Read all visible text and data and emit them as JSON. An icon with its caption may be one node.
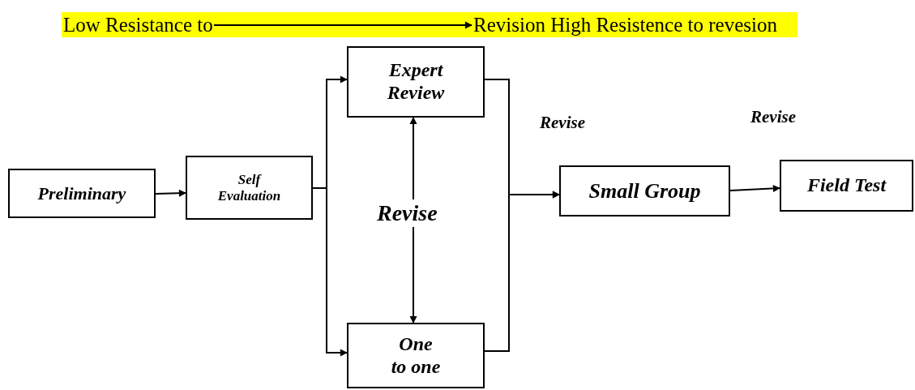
{
  "diagram": {
    "nodes": [
      {
        "text": [
          "Low Resistance to"
        ]
      },
      {
        "text": [
          "Revision High Resistence to revesion"
        ]
      },
      {
        "text": [
          "Preliminary"
        ]
      },
      {
        "text": [
          "Self Evaluation"
        ]
      },
      {
        "text": [
          "Expert Review"
        ]
      },
      {
        "text": [
          "Revise"
        ]
      },
      {
        "text": [
          "One to one"
        ]
      },
      {
        "text": [
          "Small Group"
        ]
      },
      {
        "text": [
          "Field Test"
        ]
      }
    ],
    "edges": [
      {
        "from": 0,
        "to": 1,
        "arrow": "to"
      },
      {
        "from": 2,
        "to": 3,
        "arrow": "to"
      },
      {
        "from": 3,
        "to": 4,
        "arrow": "to"
      },
      {
        "from": 3,
        "to": 6,
        "arrow": "to"
      },
      {
        "from": 5,
        "to": 4,
        "arrow": "to"
      },
      {
        "from": 5,
        "to": 6,
        "arrow": "to"
      },
      {
        "from": 4,
        "to": 7,
        "arrow": "to"
      },
      {
        "from": 6,
        "to": 7,
        "arrow": "to"
      },
      {
        "from": 7,
        "to": 8,
        "arrow": "to"
      }
    ],
    "labels": [
      "Revise",
      "Revise"
    ]
  }
}
